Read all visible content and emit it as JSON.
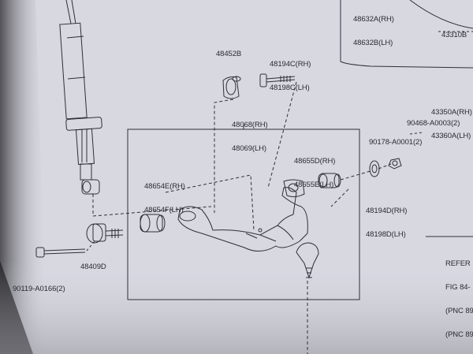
{
  "page": {
    "colors": {
      "paper": "#d9d9e2",
      "shadow": "#2b2a2e",
      "ink": "#2f3036"
    }
  },
  "labels": {
    "p48452": "48452B",
    "p48194c_rh": "48194C(RH)",
    "p48198c_lh": "48198C(LH)",
    "p48068_rh": "48068(RH)",
    "p48069_lh": "48069(LH)",
    "p48655d_rh": "48655D(RH)",
    "p48655e_lh": "48655E(LH)",
    "p90178": "90178-A0001(2)",
    "p48654e_rh": "48654E(RH)",
    "p48654f_lh": "48654F(LH)",
    "p48194d_rh": "48194D(RH)",
    "p48198d_lh": "48198D(LH)",
    "p48409d": "48409D",
    "p90119": "90119-A0166(2)",
    "p90468": "90468-A0003(2)",
    "p43350a_rh": "43350A(RH)",
    "p43360a_lh": "43360A(LH)",
    "p43310b": "43310B",
    "p48632a_rh": "48632A(RH)",
    "p48632b_lh": "48632B(LH)",
    "refer_1": "REFER",
    "refer_2": "FIG 84-",
    "refer_3": "(PNC 89",
    "refer_4": "(PNC 89"
  }
}
